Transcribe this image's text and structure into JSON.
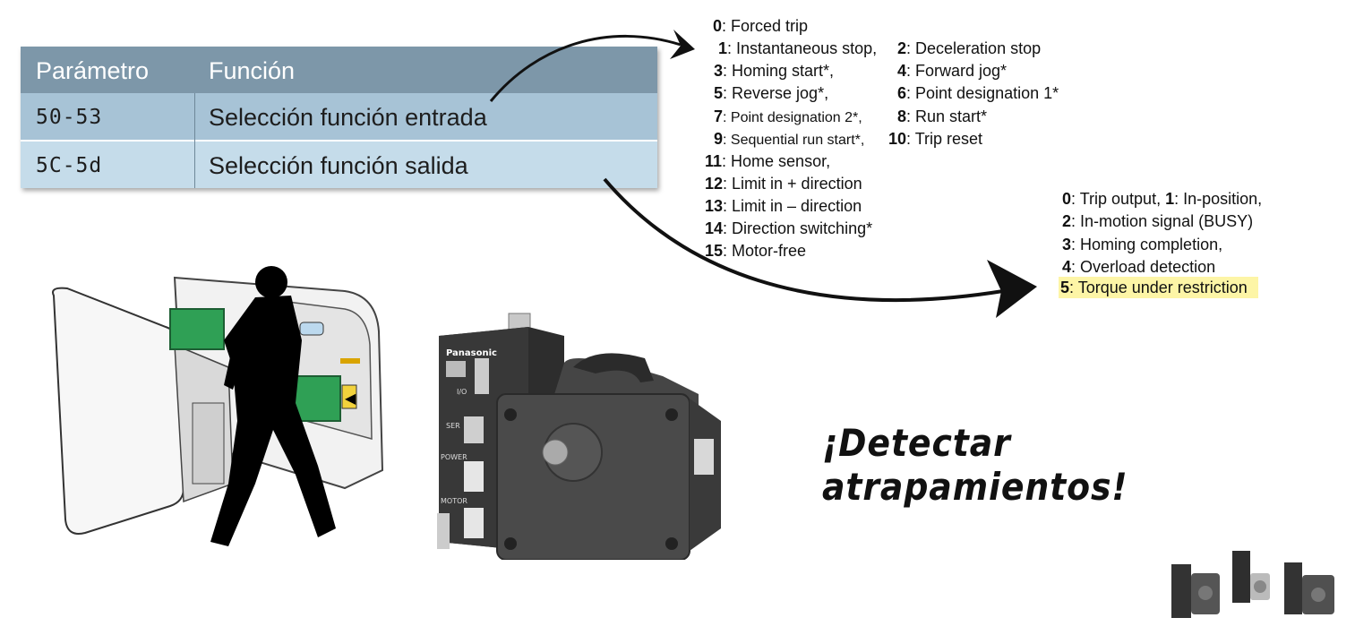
{
  "table": {
    "header": {
      "col1": "Parámetro",
      "col2": "Función"
    },
    "rows": [
      {
        "param": "50-53",
        "func": "Selección función entrada"
      },
      {
        "param": "5C-5d",
        "func": "Selección función salida"
      }
    ]
  },
  "input_options": [
    {
      "num": "0",
      "text": ": Forced trip"
    },
    {
      "num": "1",
      "text": ": Instantaneous stop,",
      "num2": "2",
      "text2": ": Deceleration stop"
    },
    {
      "num": "3",
      "text": ": Homing start*,",
      "num2": "4",
      "text2": ": Forward jog*"
    },
    {
      "num": "5",
      "text": ": Reverse jog*,",
      "num2": "6",
      "text2": ": Point designation 1*"
    },
    {
      "num": "7",
      "text": ": Point designation 2*,",
      "num2": "8",
      "text2": ": Run start*"
    },
    {
      "num": "9",
      "text": ": Sequential run start*,",
      "num2": "10",
      "text2": ": Trip reset"
    },
    {
      "num": "11",
      "text": ": Home sensor,"
    },
    {
      "num": "12",
      "text": ": Limit in + direction"
    },
    {
      "num": "13",
      "text": ": Limit in – direction"
    },
    {
      "num": "14",
      "text": ": Direction switching*"
    },
    {
      "num": "15",
      "text": ": Motor-free"
    }
  ],
  "output_options": [
    {
      "num": "0",
      "text": ": Trip output, ",
      "num2": "1",
      "text2": ": In-position,"
    },
    {
      "num": "2",
      "text": ": In-motion signal (BUSY)"
    },
    {
      "num": "3",
      "text": ": Homing completion,"
    },
    {
      "num": "4",
      "text": ": Overload detection"
    },
    {
      "num": "5",
      "text": ": Torque under restriction",
      "highlighted": true
    }
  ],
  "slogan": "¡Detectar atrapamientos!",
  "images": {
    "gate_icon": "turnstile-gate-with-person",
    "motor_icon": "motor-with-driver",
    "brand_label": "Panasonic",
    "driver_labels": [
      "I/O",
      "SER",
      "POWER",
      "MOTOR"
    ]
  },
  "colors": {
    "table_header": "#7d97a9",
    "row1": "#a7c3d6",
    "row2": "#c5dcea",
    "highlight": "#fdf5a6"
  }
}
